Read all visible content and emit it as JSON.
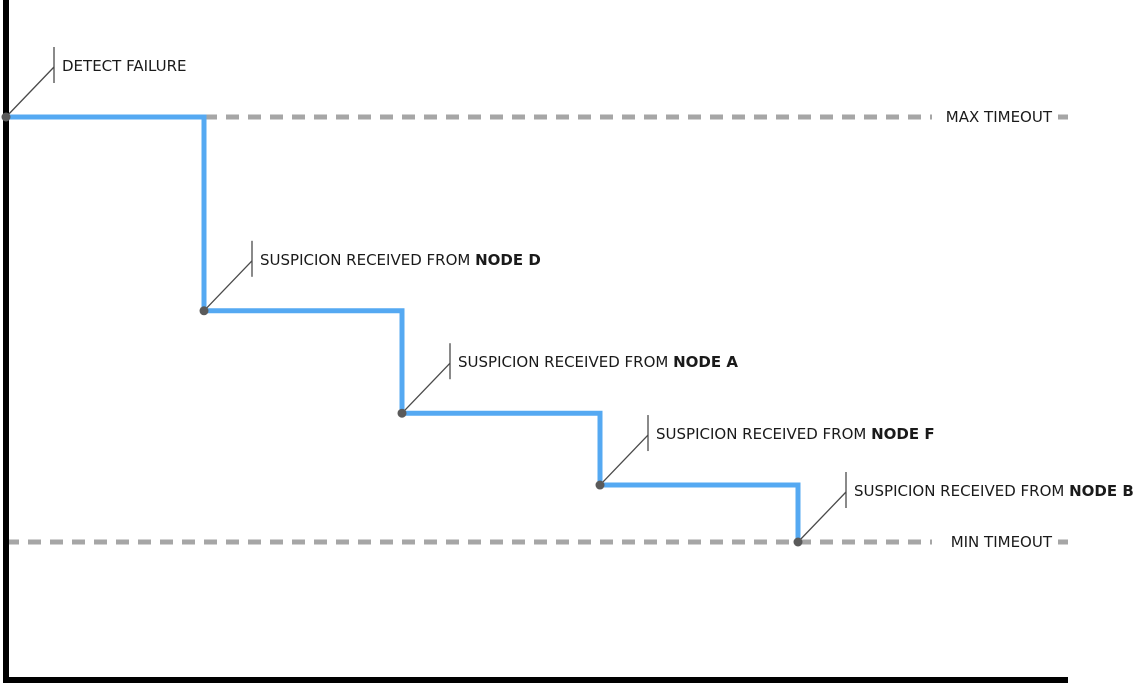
{
  "chart_data": {
    "type": "line",
    "title": "",
    "xlabel": "",
    "ylabel": "",
    "grid": false,
    "colors": {
      "step_line": "#55a9f2",
      "reference_line": "#a6a6a6",
      "axis": "#000000",
      "marker": "#5a5a5a",
      "callout": "#4a4a4a"
    },
    "reference_lines": [
      {
        "id": "max",
        "label": "MAX TIMEOUT",
        "y": 1.0
      },
      {
        "id": "min",
        "label": "MIN TIMEOUT",
        "y": 0.0
      }
    ],
    "events": [
      {
        "text": "DETECT FAILURE",
        "node": "",
        "step": 0,
        "timeout": 1.0
      },
      {
        "text": "SUSPICION RECEIVED FROM ",
        "node": "NODE D",
        "step": 1,
        "timeout": 0.544
      },
      {
        "text": "SUSPICION RECEIVED FROM ",
        "node": "NODE A",
        "step": 2,
        "timeout": 0.303
      },
      {
        "text": "SUSPICION RECEIVED FROM ",
        "node": "NODE F",
        "step": 3,
        "timeout": 0.134
      },
      {
        "text": "SUSPICION RECEIVED FROM ",
        "node": "NODE B",
        "step": 4,
        "timeout": 0.0
      }
    ]
  }
}
